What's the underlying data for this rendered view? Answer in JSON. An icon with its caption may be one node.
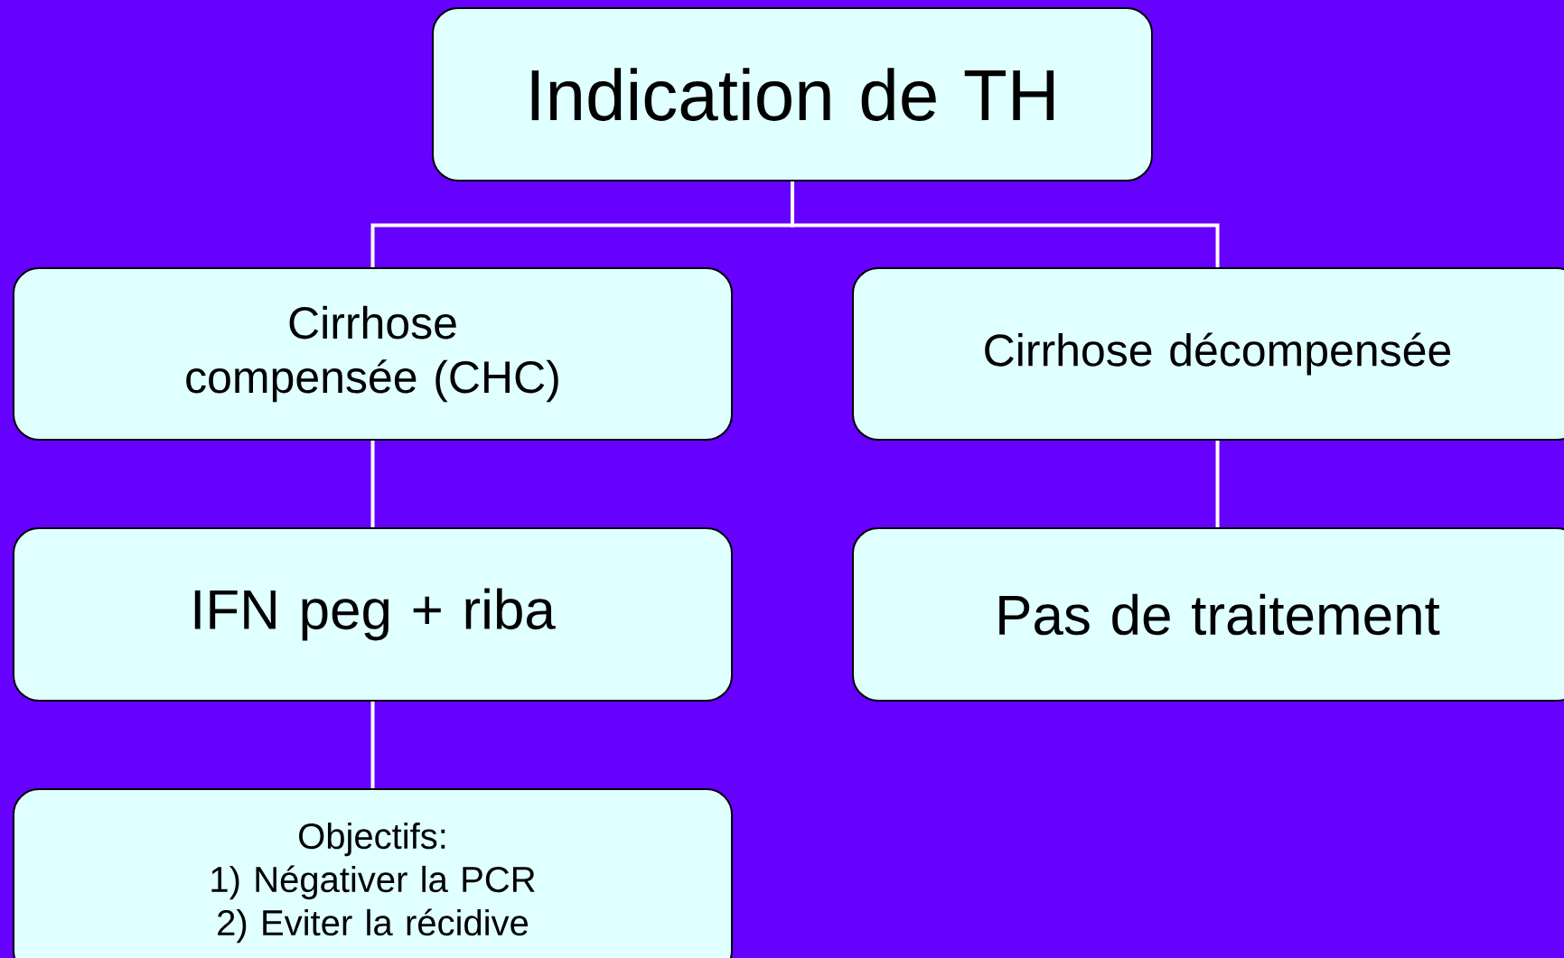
{
  "diagram": {
    "nodes": [
      {
        "text": [
          "Indication de TH"
        ]
      },
      {
        "text": [
          "Cirrhose compensée (CHC)"
        ]
      },
      {
        "text": [
          "Cirrhose décompensée"
        ]
      },
      {
        "text": [
          "IFN peg + riba"
        ]
      },
      {
        "text": [
          "Pas de traitement"
        ]
      },
      {
        "text": [
          "Objectifs:",
          "1) Négativer la PCR",
          "2) Eviter la récidive"
        ]
      }
    ],
    "edges": [
      {
        "from": 0,
        "to": 1,
        "arrow": "none"
      },
      {
        "from": 0,
        "to": 2,
        "arrow": "none"
      },
      {
        "from": 1,
        "to": 3,
        "arrow": "none"
      },
      {
        "from": 2,
        "to": 4,
        "arrow": "none"
      },
      {
        "from": 3,
        "to": 5,
        "arrow": "none"
      }
    ]
  }
}
